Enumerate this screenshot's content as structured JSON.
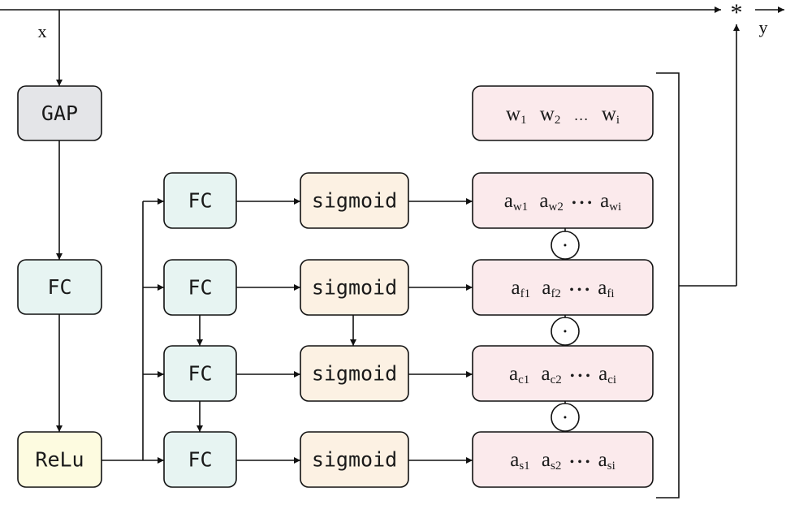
{
  "labels": {
    "input": "x",
    "output": "y",
    "multiply": "*"
  },
  "blocks": {
    "gap": "GAP",
    "fc": "FC",
    "relu": "ReLu",
    "sigmoid": "sigmoid",
    "dot": "·"
  },
  "weights": [
    {
      "base": "w",
      "sub": "1"
    },
    {
      "base": "w",
      "sub": "2"
    },
    {
      "base": "…",
      "sub": ""
    },
    {
      "base": "w",
      "sub": "i"
    }
  ],
  "attention_rows": [
    {
      "terms": [
        {
          "base": "a",
          "sub": "w1"
        },
        {
          "base": "a",
          "sub": "w2"
        },
        {
          "base": "• • •",
          "sub": ""
        },
        {
          "base": "a",
          "sub": "wi"
        }
      ]
    },
    {
      "terms": [
        {
          "base": "a",
          "sub": "f1"
        },
        {
          "base": "a",
          "sub": "f2"
        },
        {
          "base": "• • •",
          "sub": ""
        },
        {
          "base": "a",
          "sub": "fi"
        }
      ]
    },
    {
      "terms": [
        {
          "base": "a",
          "sub": "c1"
        },
        {
          "base": "a",
          "sub": "c2"
        },
        {
          "base": "• • •",
          "sub": ""
        },
        {
          "base": "a",
          "sub": "ci"
        }
      ]
    },
    {
      "terms": [
        {
          "base": "a",
          "sub": "s1"
        },
        {
          "base": "a",
          "sub": "s2"
        },
        {
          "base": "• • •",
          "sub": ""
        },
        {
          "base": "a",
          "sub": "si"
        }
      ]
    }
  ],
  "colors": {
    "gap_fill": "#e4e5e8",
    "fc_fill": "#e7f4f2",
    "relu_fill": "#fdfbe0",
    "sigmoid_fill": "#fcf1e3",
    "vector_fill": "#fbeaec",
    "stroke": "#111111"
  }
}
